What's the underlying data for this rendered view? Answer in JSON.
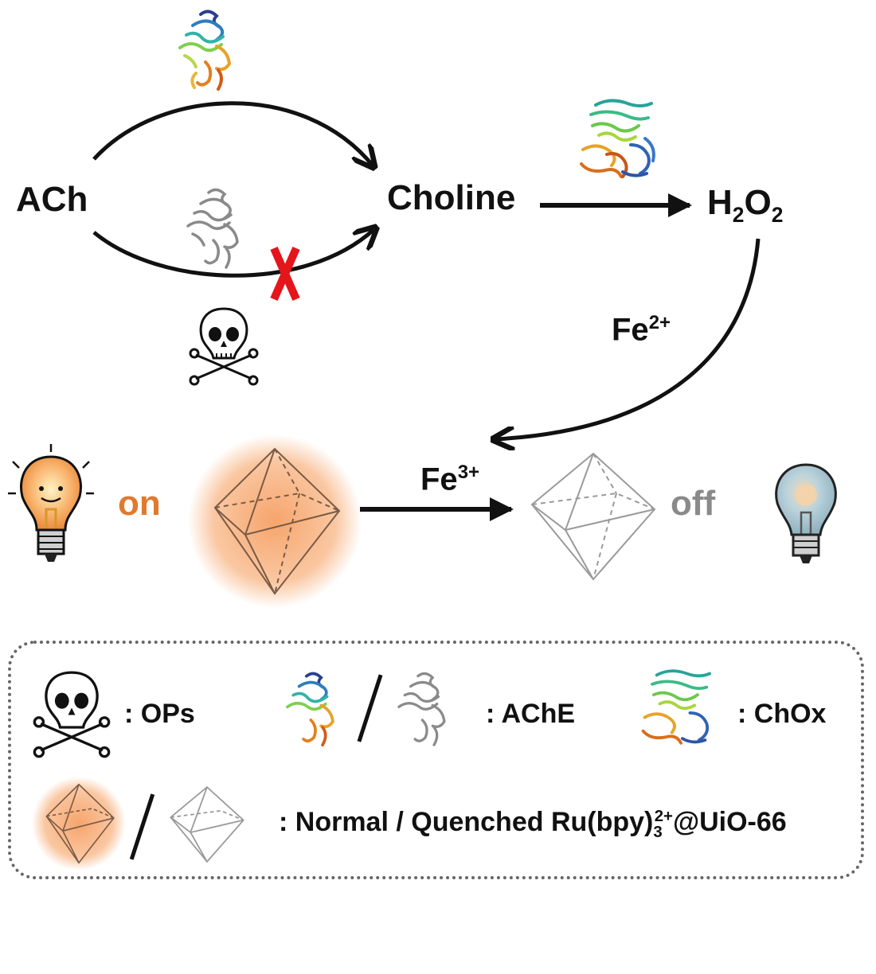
{
  "nodes": {
    "ach": "ACh",
    "choline": "Choline",
    "h2o2_main": "H",
    "h2o2_sub1": "2",
    "h2o2_mid": "O",
    "h2o2_sub2": "2"
  },
  "ions": {
    "fe2_base": "Fe",
    "fe2_sup": "2+",
    "fe3_base": "Fe",
    "fe3_sup": "3+"
  },
  "states": {
    "on": "on",
    "off": "off"
  },
  "legend": {
    "ops": ": OPs",
    "ache": ": AChE",
    "chox": ": ChOx",
    "mof_prefix": ": Normal / Quenched Ru(bpy)",
    "mof_sub": "3",
    "mof_sup": "2+",
    "mof_suffix": "@UiO-66"
  },
  "colors": {
    "on": "#e07a2e",
    "off": "#8a8a8a",
    "inhibition_mark": "#e4161b",
    "glow": "#f7b07a"
  },
  "icons": {
    "protein": "protein-ribbon-icon",
    "skull": "skull-crossbones-icon",
    "bulb_on": "lit-bulb-icon",
    "bulb_off": "unlit-bulb-icon",
    "octahedron": "octahedron-icon"
  }
}
